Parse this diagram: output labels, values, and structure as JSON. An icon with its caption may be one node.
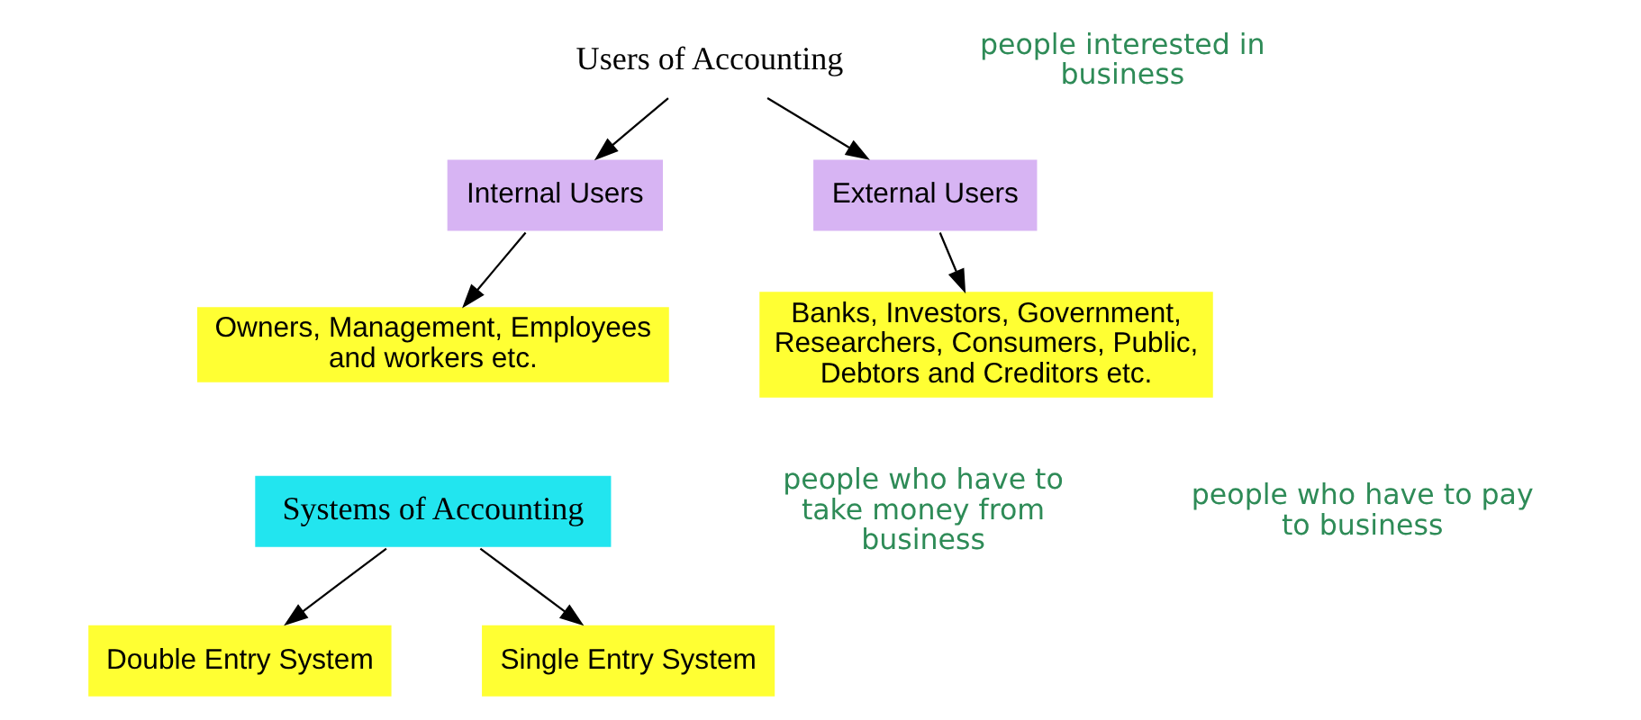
{
  "diagram": {
    "nodes": [
      {
        "text": [
          "Users of Accounting"
        ]
      },
      {
        "text": [
          "Internal Users"
        ]
      },
      {
        "text": [
          "External Users"
        ]
      },
      {
        "text": [
          "Owners, Management, Employees and workers etc."
        ]
      },
      {
        "text": [
          "Banks, Investors, Government, Researchers, Consumers, Public, Debtors and Creditors etc."
        ]
      },
      {
        "text": [
          "Systems of Accounting"
        ]
      },
      {
        "text": [
          "Double Entry System"
        ]
      },
      {
        "text": [
          "Single Entry System"
        ]
      }
    ],
    "edges": [
      {
        "from": 0,
        "to": 1,
        "arrow": "to"
      },
      {
        "from": 0,
        "to": 2,
        "arrow": "to"
      },
      {
        "from": 1,
        "to": 3,
        "arrow": "to"
      },
      {
        "from": 2,
        "to": 4,
        "arrow": "to"
      },
      {
        "from": 5,
        "to": 6,
        "arrow": "to"
      },
      {
        "from": 5,
        "to": 7,
        "arrow": "to"
      }
    ],
    "labels": [
      "people interested in business",
      "people who have to take money from business",
      "people who have to pay to business"
    ]
  }
}
